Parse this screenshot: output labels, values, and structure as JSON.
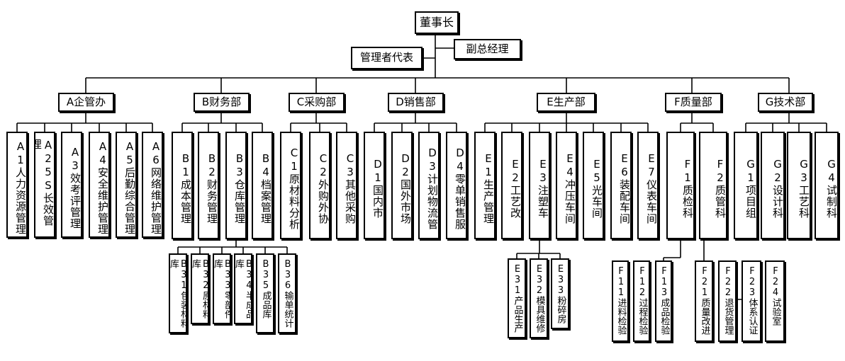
{
  "root": "董事长",
  "vice": "副总经理",
  "rep": "管理者代表",
  "departments": [
    {
      "name": "A企管办",
      "units": [
        "A1人力资源管理",
        "A25S长效管理",
        "A3效考评管理",
        "A4安全维护管理",
        "A5后勤综合管理",
        "A6网络维护管理"
      ]
    },
    {
      "name": "B财务部",
      "units": [
        "B1成本管理",
        "B2财务管理",
        "B3仓库管理",
        "B4档案管理"
      ]
    },
    {
      "name": "C采购部",
      "units": [
        "C1原材料分析",
        "C2外购外协",
        "C3其他采购"
      ]
    },
    {
      "name": "D销售部",
      "units": [
        "D1国内市",
        "D2国外市场",
        "D3计划物流管",
        "D4零单销售服"
      ]
    },
    {
      "name": "E生产部",
      "units": [
        "E1生产管理",
        "E2工艺改",
        "E3注塑车",
        "E4冲压车间",
        "E5光车间",
        "E6装配车间",
        "E7仪表车间"
      ]
    },
    {
      "name": "F质量部",
      "units": [
        "F1质检科",
        "F2质管科"
      ]
    },
    {
      "name": "G技术部",
      "units": [
        "G1项目组",
        "G2设计科",
        "G3工艺科",
        "G4试制科"
      ]
    }
  ],
  "sub_b3": [
    "B31包装材料库",
    "B32原材料库",
    "B33零部件库",
    "B34半成品库",
    "B35成品库",
    "B36输单统计"
  ],
  "sub_e3": [
    "E31产品生产",
    "E32模具维修",
    "E33粉碎房"
  ],
  "sub_f1": [
    "F11进料检验",
    "F12过程检验",
    "F13成品检验"
  ],
  "sub_f2": [
    "F21质量改进",
    "F22退货管理",
    "F23体系认证",
    "F24试验室"
  ]
}
